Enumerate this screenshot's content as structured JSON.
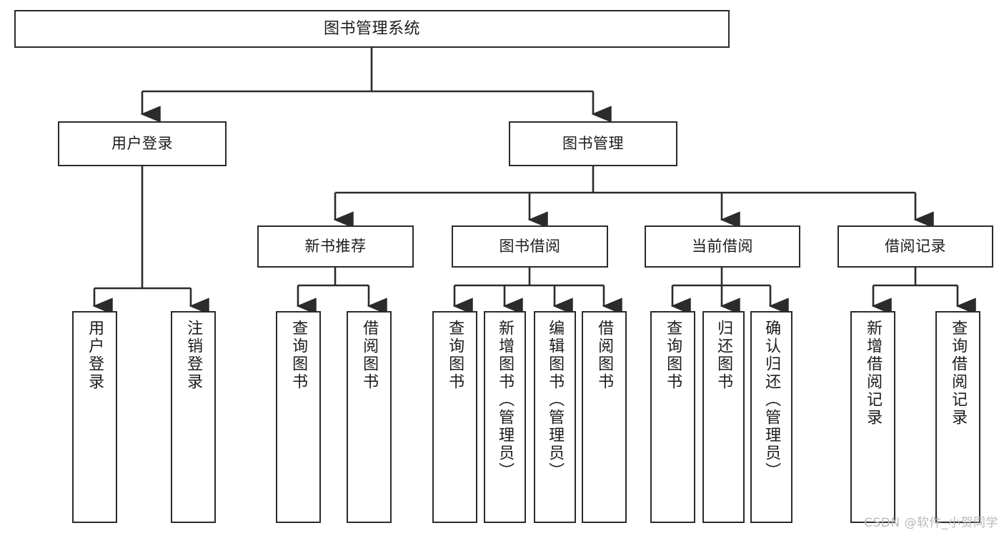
{
  "diagram": {
    "type": "tree",
    "title": "图书管理系统",
    "orientation": "top-down",
    "colors": {
      "background": "#ffffff",
      "box_border": "#2b2b2b",
      "box_fill": "#ffffff",
      "text": "#1c1c1c",
      "connector": "#2b2b2b",
      "watermark": "#b9b9b9"
    },
    "nodes": {
      "root": {
        "label": "图书管理系统"
      },
      "level2": [
        {
          "label": "用户登录"
        },
        {
          "label": "图书管理"
        }
      ],
      "level3": [
        {
          "label": "新书推荐"
        },
        {
          "label": "图书借阅"
        },
        {
          "label": "当前借阅"
        },
        {
          "label": "借阅记录"
        }
      ],
      "leaves": {
        "user_login": [
          {
            "label": "用户登录"
          },
          {
            "label": "注销登录"
          }
        ],
        "new_book_recommend": [
          {
            "label": "查询图书"
          },
          {
            "label": "借阅图书"
          }
        ],
        "book_borrow": [
          {
            "label": "查询图书"
          },
          {
            "label": "新增图书（管理员）"
          },
          {
            "label": "编辑图书（管理员）"
          },
          {
            "label": "借阅图书"
          }
        ],
        "current_borrow": [
          {
            "label": "查询图书"
          },
          {
            "label": "归还图书"
          },
          {
            "label": "确认归还（管理员）"
          }
        ],
        "borrow_record": [
          {
            "label": "新增借阅记录"
          },
          {
            "label": "查询借阅记录"
          }
        ]
      }
    },
    "watermark": "CSDN @软件_小贺同学"
  }
}
